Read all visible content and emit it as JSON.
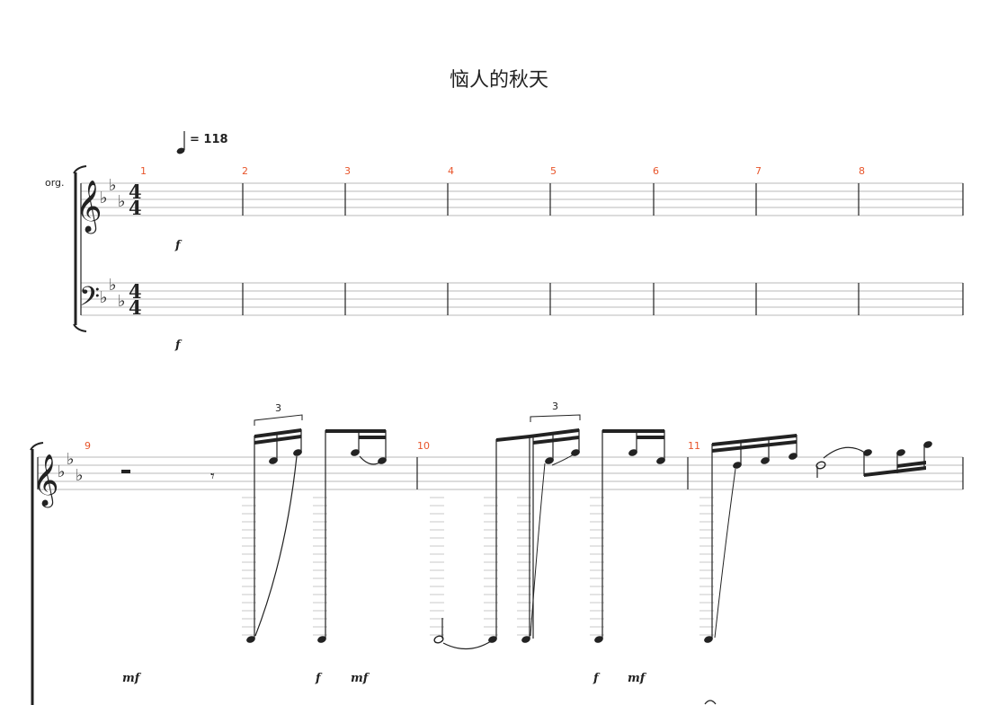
{
  "title": "恼人的秋天",
  "tempo": {
    "value": "= 118"
  },
  "instrument_label": "org.",
  "system1": {
    "measure_numbers": [
      "1",
      "2",
      "3",
      "4",
      "5",
      "6",
      "7",
      "8"
    ],
    "time_signature": {
      "top": "4",
      "bottom": "4"
    },
    "dynamics": {
      "treble": "f",
      "bass": "f"
    }
  },
  "system2": {
    "measure_numbers": [
      "9",
      "10",
      "11"
    ],
    "tuplets": [
      "3",
      "3"
    ],
    "dynamics": [
      "mf",
      "f",
      "mf",
      "f",
      "mf"
    ]
  },
  "colors": {
    "measure_number": "#e8552b",
    "ink": "#222222",
    "staff_line": "#b8b8b8"
  }
}
